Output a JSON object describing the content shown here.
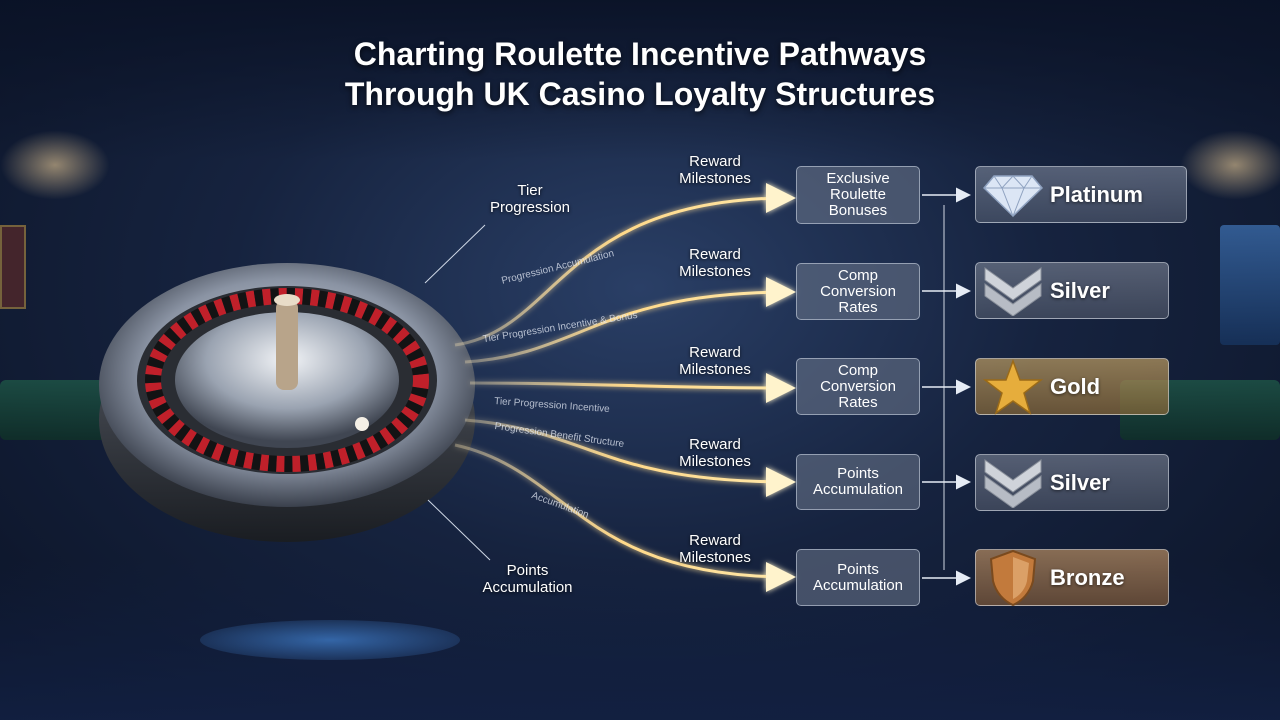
{
  "title": {
    "line1": "Charting Roulette Incentive Pathways",
    "line2": "Through UK Casino Loyalty Structures"
  },
  "wheel_labels": {
    "tier_progression": "Tier\nProgression",
    "points_accumulation": "Points\nAccumulation"
  },
  "path_captions": [
    "Progression Accumulation",
    "Tier Progression Incentive & Bonus",
    "Tier Progression Incentive",
    "Progression Benefit Structure",
    "Accumulation"
  ],
  "milestones": [
    "Reward\nMilestones",
    "Reward\nMilestones",
    "Reward\nMilestones",
    "Reward\nMilestones",
    "Reward\nMilestones"
  ],
  "incentives": [
    "Exclusive\nRoulette\nBonuses",
    "Comp\nConversion\nRates",
    "Comp\nConversion\nRates",
    "Points\nAccumulation",
    "Points\nAccumulation"
  ],
  "tiers": [
    {
      "name": "Platinum",
      "icon": "diamond-icon",
      "color": "#c9d6ea"
    },
    {
      "name": "Silver",
      "icon": "silver-chevron-icon",
      "color": "#c0c4cc"
    },
    {
      "name": "Gold",
      "icon": "gold-star-icon",
      "color": "#e0a83a"
    },
    {
      "name": "Silver",
      "icon": "silver-chevron-icon",
      "color": "#c0c4cc"
    },
    {
      "name": "Bronze",
      "icon": "bronze-shield-icon",
      "color": "#c27a3c"
    }
  ],
  "colors": {
    "path_glow": "#ffd98a",
    "arrow": "#ffe7a8",
    "wheel_red": "#c0202a",
    "wheel_green": "#2a8a3a"
  }
}
